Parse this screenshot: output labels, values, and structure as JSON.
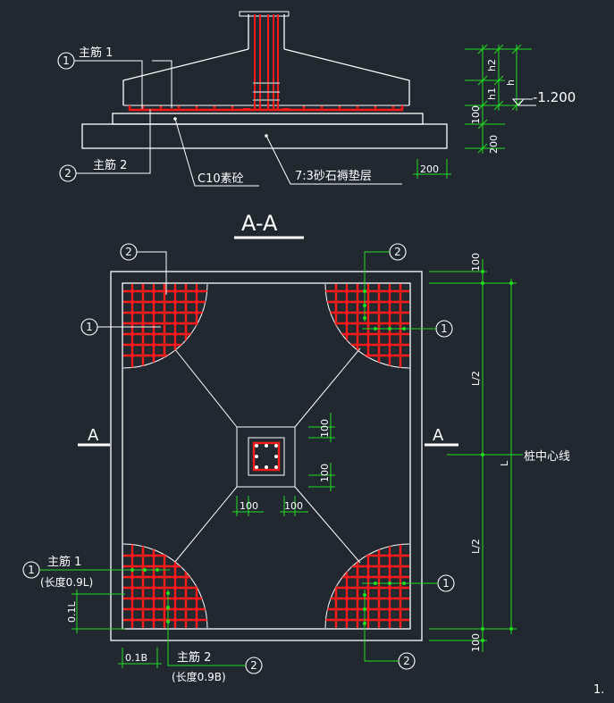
{
  "section": {
    "main_bar_1": "主筋 1",
    "main_bar_2": "主筋 2",
    "concrete": "C10素砼",
    "gravel": "7:3砂石褥垫层",
    "bubble_1": "1",
    "bubble_2": "2",
    "dim_h2": "h2",
    "dim_h1": "h1",
    "dim_h": "h",
    "elevation": "-1.200",
    "dim_100": "100",
    "dim_200": "200",
    "dim_200b": "200"
  },
  "plan": {
    "title": "A-A",
    "cut_left": "A",
    "cut_right": "A",
    "main_bar_1": "主筋 1",
    "main_bar_1_len": "(长度0.9L)",
    "main_bar_2": "主筋 2",
    "main_bar_2_len": "(长度0.9B)",
    "pile_center": "桩中心线",
    "dim_L_half_top": "L/2",
    "dim_L_half_bottom": "L/2",
    "dim_L": "L",
    "dim_100_top": "100",
    "dim_100_bottom": "100",
    "dim_01L": "0.1L",
    "dim_01B": "0.1B",
    "col_dim_100_a": "100",
    "col_dim_100_b": "100",
    "col_dim_100_c": "100",
    "col_dim_100_d": "100",
    "bubble_1": "1",
    "bubble_2": "2"
  },
  "page_number": "1."
}
